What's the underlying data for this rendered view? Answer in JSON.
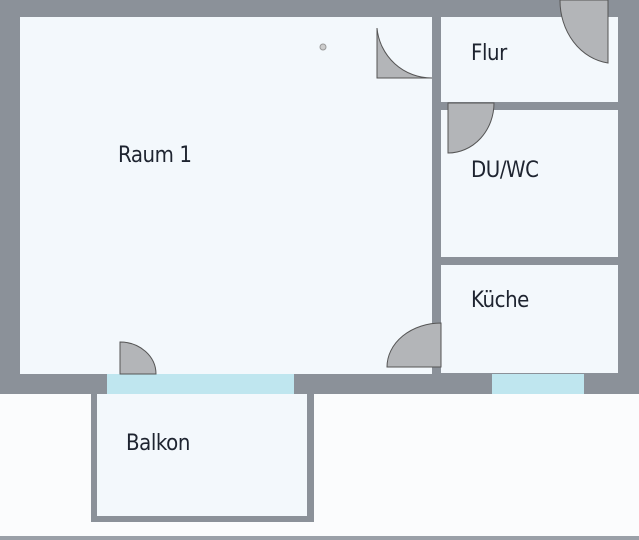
{
  "rooms": {
    "raum1": "Raum 1",
    "flur": "Flur",
    "du_wc": "DU/WC",
    "kueche": "Küche",
    "balkon": "Balkon"
  },
  "colors": {
    "wall": "#8b9199",
    "room_fill": "#f3f8fc",
    "window": "#bfe6ef",
    "door": "#b3b5b8"
  }
}
